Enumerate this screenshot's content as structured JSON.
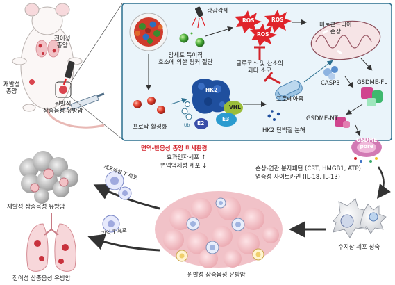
{
  "mouse": {
    "metastatic_tumor": "전이성\n종양",
    "recurrent_tumor": "재발성\n종양",
    "primary_tnbc": "원발성\n삼중음성 유방암"
  },
  "panel": {
    "photosensitizer": "광감각제",
    "ros": [
      "ROS",
      "ROS",
      "ROS"
    ],
    "mitochondria_damage": "미토콘드리아\n손상",
    "linker_cleavage": "암세포 특이적\n효소에 의한 링커 절단",
    "glucose_oxygen": "글루코스 및 산소의\n과다 소모",
    "caspase3": "CASP3",
    "gsdme_fl": "GSDME-FL",
    "protac_activation": "프로탁 활성화",
    "hk2": "HK2",
    "vhl": "VHL",
    "e2": "E2",
    "e3": "E3",
    "ub": "Ub",
    "proteasome": "프로테아좀",
    "hk2_degradation": "HK2 단백질 분해",
    "gsdme_nt": "GSDME-NT",
    "gsdme_pore": "GSDME\npore"
  },
  "bottom": {
    "immune_env_title": "면역-반응성 종양 미세환경",
    "effector_up": "효과인자세포 ↑",
    "suppressor_down": "면역억제성 세포 ↓",
    "damp_line1": "손상-연관 분자패턴 (CRT, HMGB1, ATP)",
    "damp_line2": "염증성 사이토카인 (IL-18, IL-1β)",
    "dc_maturation": "수지상 세포 성숙",
    "primary_tnbc": "원발성 삼중음성 유방암",
    "recurrent_tnbc": "재발성 삼중음성 유방암",
    "metastatic_tnbc": "전이성 삼중음성 유방암",
    "effector_t_cell": "세포독성 T 세포",
    "memory_t_cell": "기억 T 세포"
  },
  "colors": {
    "panel_bg": "#eaf4fa",
    "panel_border": "#2a6e8e",
    "accent_red": "#d2232a",
    "ros": "#e0242b"
  }
}
